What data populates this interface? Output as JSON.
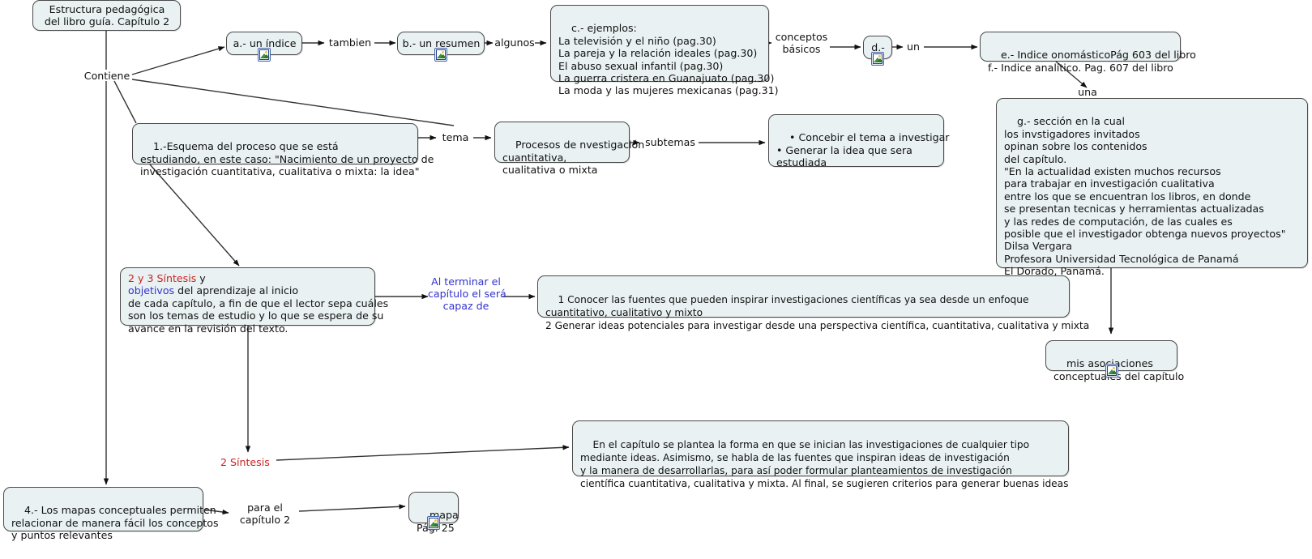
{
  "diagram": {
    "title": "Estructura pedagógica del libro guía. Capítulo 2",
    "type": "concept-map",
    "colors": {
      "node_fill": "#e9f1f2",
      "node_border": "#4a4a4a",
      "text": "#111111",
      "accent_red": "#cc2222",
      "accent_blue": "#3333cc",
      "background": "#ffffff"
    }
  },
  "nodes": {
    "root": "Estructura pedagógica\ndel libro guía. Capítulo 2",
    "indice": "a.- un índice",
    "resumen": "b.- un resumen",
    "ejemplos": "c.- ejemplos:\nLa televisión y el niño (pag.30)\nLa pareja y la relación ideales (pag.30)\nEl abuso sexual infantil (pag.30)\nLa guerra cristera en Guanajuato (pag.30)\nLa moda y las mujeres mexicanas (pag.31)",
    "d_node": "d.-",
    "indices": "e.- Indice onomásticoPág 603 del libro\nf.- Indice analítico. Pag. 607 del libro",
    "seccion": "g.- sección en la cual\nlos invstigadores invitados\nopinan sobre los contenidos\ndel capítulo.\n\"En la actualidad existen muchos recursos\npara trabajar en investigación cualitativa\nentre los que se encuentran los libros, en donde\nse presentan tecnicas y herramientas actualizadas\ny las redes de computación, de las cuales es\nposible que el investigador obtenga nuevos proyectos\"\nDilsa Vergara\nProfesora Universidad Tecnológica de Panamá\nEl Dorado, Panamá.",
    "esquema": "1.-Esquema del proceso que se está\nestudiando, en este caso: \"Nacimiento de un proyecto de\ninvestigación cuantitativa, cualitativa o mixta: la idea\"",
    "procesos": "Procesos de nvestigación\ncuantitativa,\ncualitativa o mixta",
    "bullets": "• Concebir el tema a investigar\n• Generar la idea que sera\nestudiada",
    "sintesis_objetivos": {
      "seg1": "2 y 3",
      "seg2": "  ",
      "seg3": "Síntesis",
      "seg4": " y ",
      "seg5": "objetivos",
      "rest": " del aprendizaje al inicio\nde cada capítulo, a fin de que el lector sepa cuáles\nson los temas de estudio y lo que se espera de su\navance en la revisión del texto."
    },
    "capaz_list": "1 Conocer las fuentes que pueden inspirar investigaciones científicas ya sea desde un enfoque\ncuantitativo, cualitativo y mixto\n2 Generar ideas potenciales para investigar desde una perspectiva científica, cuantitativa, cualitativa y mixta",
    "asociaciones": "mis asociaciones\nconceptuales del capítulo",
    "resumen_cap": "En el capítulo se plantea la forma en que se inician las investigaciones de cualquier tipo\nmediante ideas. Asimismo, se habla de las fuentes que inspiran ideas de investigación\ny la manera de desarrollarlas, para así poder formular planteamientos de investigación\ncientífica cuantitativa, cualitativa y mixta. Al final, se sugieren criterios para generar buenas ideas",
    "mapas": "4.- Los mapas conceptuales permiten\nrelacionar de manera fácil los conceptos\ny puntos relevantes",
    "mapa_pag": "mapa\nPág. 25"
  },
  "edge_labels": {
    "contiene": "Contiene",
    "tambien": "tambien",
    "algunos": "algunos",
    "conceptos_basicos": "conceptos\nbásicos",
    "un": "un",
    "una": "una",
    "tema": "tema",
    "subtemas": "subtemas",
    "al_terminar": "Al terminar el\ncapítulo el será\ncapaz de",
    "dos_sintesis": "2 Síntesis",
    "para_el_capitulo": "para el\ncapítulo 2"
  },
  "icons": {
    "picture": "picture-icon"
  }
}
